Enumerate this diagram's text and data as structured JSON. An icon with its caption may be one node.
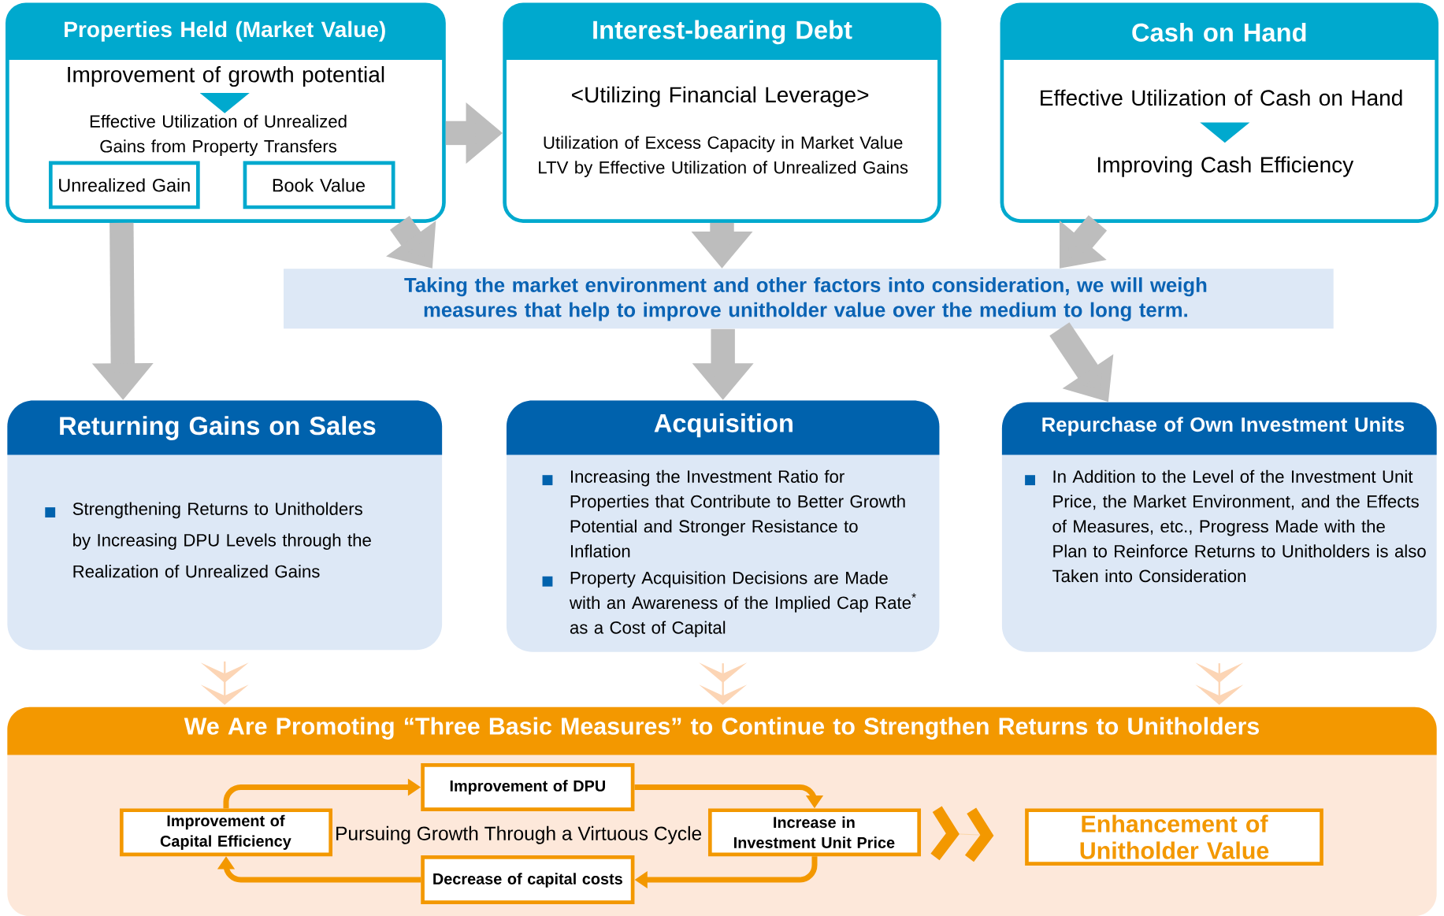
{
  "diagram": {
    "nodes": [
      {
        "text": [
          "Properties Held (Market Value)",
          "Improvement of growth potential",
          "Effective Utilization of Unrealized Gains from Property Transfers"
        ]
      },
      {
        "text": [
          "Unrealized Gain"
        ],
        "in": 0
      },
      {
        "text": [
          "Book Value"
        ],
        "in": 0
      },
      {
        "text": [
          "Interest-bearing Debt",
          "<Utilizing Financial Leverage>",
          "Utilization of Excess Capacity in Market Value LTV by Effective Utilization of Unrealized Gains"
        ]
      },
      {
        "text": [
          "Cash on Hand",
          "Effective Utilization of Cash on Hand",
          "Improving Cash Efficiency"
        ]
      },
      {
        "text": [
          "Taking the market environment and other factors into consideration, we will weigh measures that help to improve unitholder value over the medium to long term."
        ]
      },
      {
        "text": [
          "Returning Gains on Sales",
          "Strengthening Returns to Unitholders by Increasing DPU Levels through the Realization of Unrealized Gains"
        ]
      },
      {
        "text": [
          "Acquisition",
          "Increasing the Investment Ratio for Properties that Contribute to Better Growth Potential and Stronger Resistance to Inflation",
          "Property Acquisition Decisions are Made with an Awareness of the Implied Cap Rate$^{*}$ as a Cost of Capital"
        ]
      },
      {
        "text": [
          "Repurchase of Own Investment Units",
          "In Addition to the Level of the Investment Unit Price, the Market Environment, and the Effects of Measures, etc., Progress Made with the Plan to Reinforce Returns to Unitholders is also Taken into Consideration"
        ]
      },
      {
        "text": [
          "We Are Promoting “Three Basic Measures” to Continue to Strengthen Returns to Unitholders"
        ]
      },
      {
        "text": [
          "Improvement of Capital Efficiency"
        ],
        "in": 9
      },
      {
        "text": [
          "Improvement of DPU"
        ],
        "in": 9
      },
      {
        "text": [
          "Increase in Investment Unit Price"
        ],
        "in": 9
      },
      {
        "text": [
          "Decrease of capital costs"
        ],
        "in": 9
      },
      {
        "text": [
          "Enhancement of Unitholder Value"
        ],
        "in": 9
      }
    ],
    "edges": [
      {
        "from": 0,
        "to": 3,
        "arrow": "to",
        "style": "thick"
      },
      {
        "from": 0,
        "to": 5,
        "arrow": "to",
        "style": "thick"
      },
      {
        "from": 3,
        "to": 5,
        "arrow": "to",
        "style": "thick"
      },
      {
        "from": 4,
        "to": 5,
        "arrow": "to",
        "style": "thick"
      },
      {
        "from": 0,
        "to": 6,
        "arrow": "to",
        "style": "thick"
      },
      {
        "from": 5,
        "to": 7,
        "arrow": "to",
        "style": "thick"
      },
      {
        "from": 5,
        "to": 8,
        "arrow": "to",
        "style": "thick"
      },
      {
        "from": 6,
        "to": 9,
        "arrow": "to",
        "color": "#fcd5b5"
      },
      {
        "from": 7,
        "to": 9,
        "arrow": "to",
        "color": "#fcd5b5"
      },
      {
        "from": 8,
        "to": 9,
        "arrow": "to",
        "color": "#fcd5b5"
      },
      {
        "from": 10,
        "to": 11,
        "arrow": "to",
        "color": "#f39800"
      },
      {
        "from": 11,
        "to": 12,
        "arrow": "to",
        "color": "#f39800"
      },
      {
        "from": 12,
        "to": 13,
        "arrow": "to",
        "color": "#f39800"
      },
      {
        "from": 13,
        "to": 10,
        "arrow": "to",
        "color": "#f39800"
      },
      {
        "from": 12,
        "to": 14,
        "arrow": "to",
        "color": "#f39800"
      }
    ],
    "labels": [
      "Pursuing Growth Through a Virtuous Cycle"
    ]
  }
}
